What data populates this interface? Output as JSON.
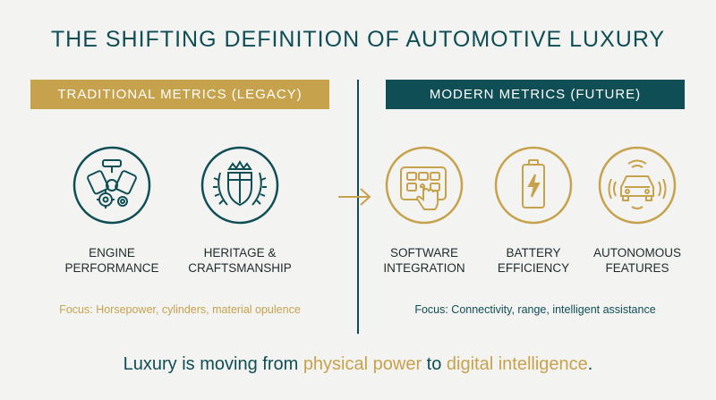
{
  "title": "THE SHIFTING DEFINITION OF AUTOMOTIVE LUXURY",
  "legacy": {
    "banner": "TRADITIONAL METRICS (LEGACY)",
    "items": [
      {
        "line1": "ENGINE",
        "line2": "PERFORMANCE",
        "icon": "engine-icon"
      },
      {
        "line1": "HERITAGE &",
        "line2": "CRAFTSMANSHIP",
        "icon": "crest-icon"
      }
    ],
    "focus": "Focus: Horsepower, cylinders, material opulence"
  },
  "future": {
    "banner": "MODERN METRICS (FUTURE)",
    "items": [
      {
        "line1": "SOFTWARE",
        "line2": "INTEGRATION",
        "icon": "tablet-touch-icon"
      },
      {
        "line1": "BATTERY",
        "line2": "EFFICIENCY",
        "icon": "battery-icon"
      },
      {
        "line1": "AUTONOMOUS",
        "line2": "FEATURES",
        "icon": "autonomous-car-icon"
      }
    ],
    "focus": "Focus: Connectivity, range, intelligent assistance"
  },
  "footer": {
    "part1": "Luxury is moving from ",
    "highlight1": "physical power",
    "part2": " to ",
    "highlight2": "digital intelligence",
    "part3": "."
  },
  "colors": {
    "teal": "#0f4e55",
    "gold": "#c7a24d",
    "background": "#f3f3f2"
  }
}
